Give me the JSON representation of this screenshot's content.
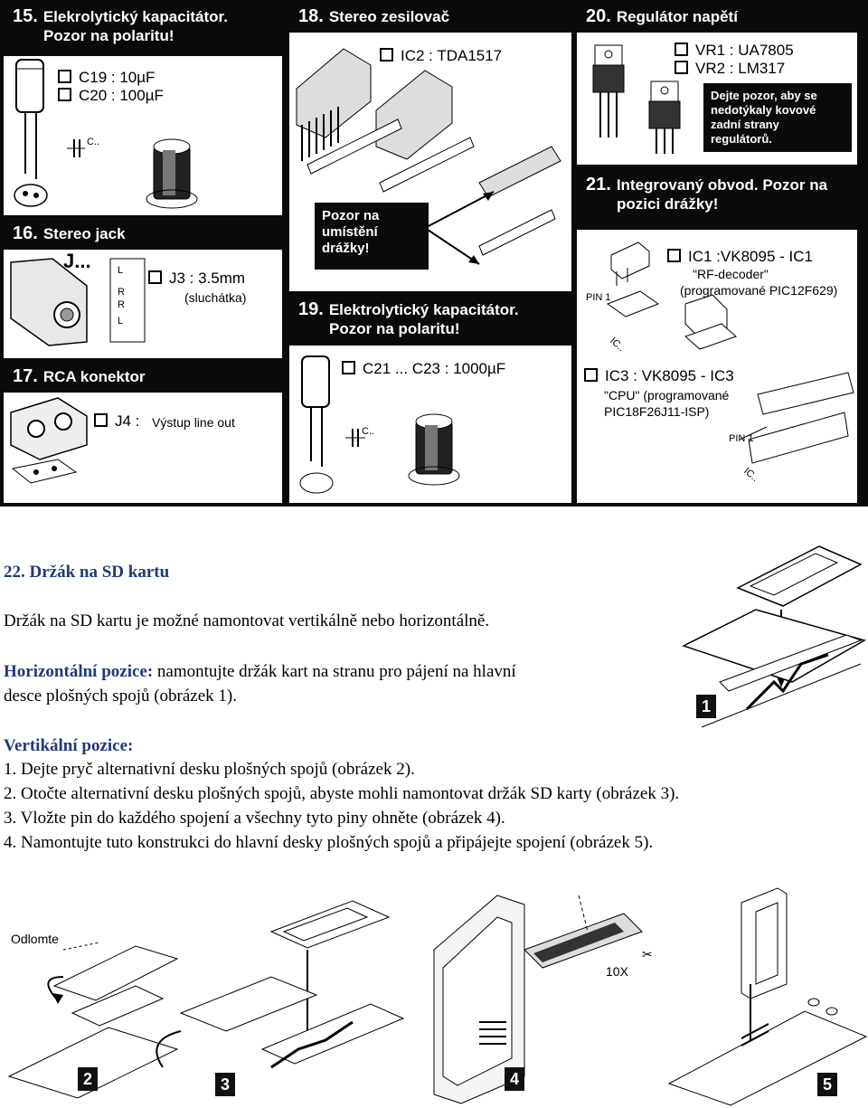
{
  "panels": {
    "p15": {
      "num": "15.",
      "title1": "Elekrolytický kapacitátor.",
      "title2": "Pozor na polaritu!",
      "items": [
        "C19 : 10µF",
        "C20 : 100µF"
      ],
      "cap": "C.."
    },
    "p16": {
      "num": "16.",
      "title": "Stereo jack",
      "item": "J3 : 3.5mm",
      "sub": "(sluchátka)",
      "jlabel": "J...",
      "pins": [
        "L",
        "R",
        "R",
        "L"
      ]
    },
    "p17": {
      "num": "17.",
      "title": "RCA konektor",
      "item": "J4 :",
      "sub": "Výstup line out"
    },
    "p18": {
      "num": "18.",
      "title": "Stereo zesilovač",
      "item": "IC2 : TDA1517",
      "note": [
        "Pozor na",
        "umístění",
        "drážky!"
      ]
    },
    "p19": {
      "num": "19.",
      "title1": "Elektrolytický kapacitátor.",
      "title2": "Pozor na polaritu!",
      "item": "C21 ... C23  : 1000µF",
      "cap": "C.."
    },
    "p20": {
      "num": "20.",
      "title": "Regulátor napětí",
      "items": [
        "VR1  : UA7805",
        "VR2  : LM317"
      ],
      "note": [
        "Dejte pozor, aby se",
        "nedotýkaly kovové",
        "zadní strany",
        "regulátorů."
      ]
    },
    "p21": {
      "num": "21.",
      "title1": "Integrovaný obvod. Pozor na",
      "title2": "pozici drážky!",
      "ic1": "IC1 :VK8095 - IC1",
      "ic1_sub1": "\"RF-decoder\"",
      "ic1_sub2": "(programované PIC12F629)",
      "ic3": "IC3  :  VK8095 - IC3",
      "ic3_sub1": "\"CPU\" (programované",
      "ic3_sub2": "PIC18F26J11-ISP)",
      "pin1": "PIN 1",
      "pin1b": "PIN 1",
      "ic": "IC..",
      "ic2": "IC.."
    }
  },
  "section": {
    "heading": "22. Držák na SD kartu",
    "intro": "Držák na SD kartu je možné namontovat vertikálně nebo horizontálně.",
    "horiz_label": "Horizontální pozice:",
    "horiz_text1": " namontujte držák kart na stranu pro pájení na hlavní",
    "horiz_text2": "desce plošných spojů (obrázek 1).",
    "vert_label": "Vertikální pozice:",
    "steps": [
      "1. Dejte pryč alternativní desku plošných spojů (obrázek 2).",
      "2. Otočte alternativní desku plošných spojů, abyste mohli namontovat držák SD karty (obrázek 3).",
      "3. Vložte pin do každého spojení a všechny tyto piny ohněte (obrázek 4).",
      "4. Namontujte tuto konstrukci do hlavní desky plošných spojů a připájejte spojení (obrázek 5)."
    ]
  },
  "figures": {
    "f1": "1",
    "f2": "2",
    "f3": "3",
    "f4": "4",
    "f5": "5",
    "odlomte": "Odlomte",
    "tenx": "10X"
  }
}
